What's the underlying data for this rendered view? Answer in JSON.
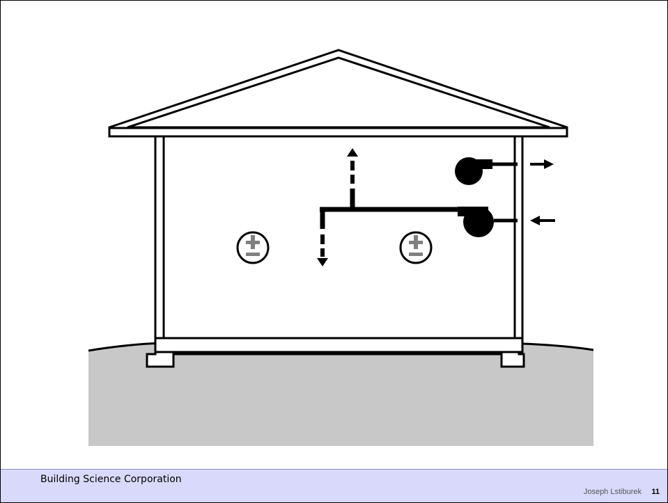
{
  "footer": {
    "organization": "Building Science Corporation",
    "author": "Joseph Lstiburek",
    "page_number": "11"
  },
  "diagram": {
    "pressure_symbols": [
      {
        "label": "±",
        "meaning": "neutral pressure"
      },
      {
        "label": "±",
        "meaning": "neutral pressure"
      }
    ],
    "colors": {
      "ground": "#c8c8c8",
      "line": "#000000",
      "symbol": "#808080",
      "footer_bg": "#d9d9fb"
    }
  }
}
